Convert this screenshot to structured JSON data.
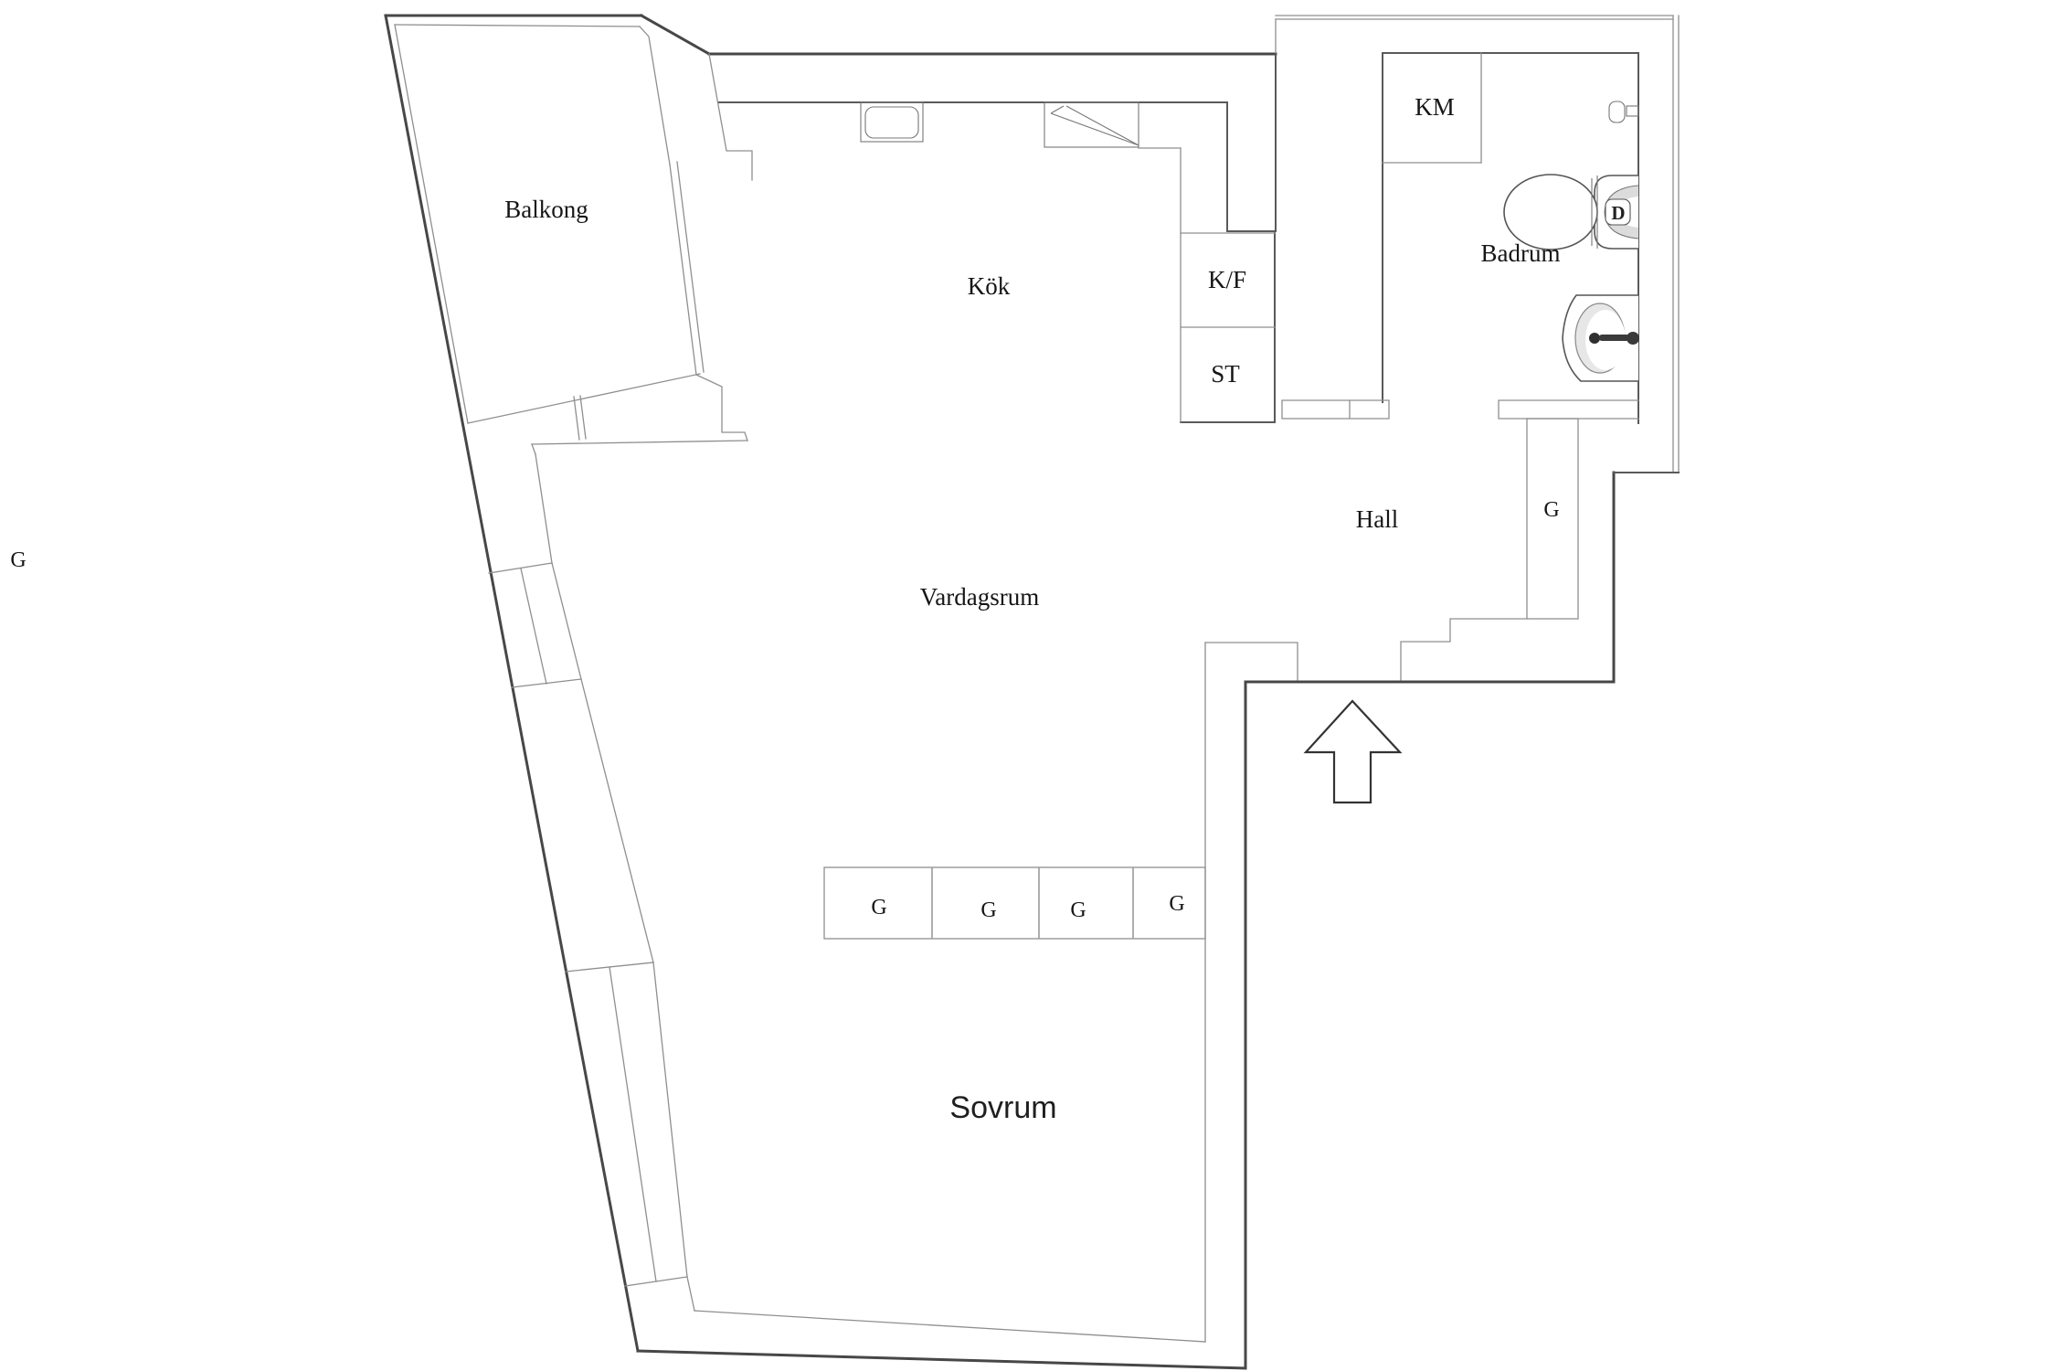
{
  "plan": {
    "type": "apartment-floor-plan",
    "rooms": {
      "balcony": "Balkong",
      "kitchen": "Kök",
      "fridge_freezer": "K/F",
      "pantry": "ST",
      "washing_machine": "KM",
      "bathroom": "Badrum",
      "hall": "Hall",
      "living_room": "Vardagsrum",
      "bedroom": "Sovrum"
    },
    "wardrobes": {
      "hall_g": "G",
      "left_edge_g": "G",
      "bedroom_g": [
        "G",
        "G",
        "G",
        "G"
      ]
    },
    "fixtures": {
      "toilet_button": "D",
      "icon_names": [
        "toilet-icon",
        "washbasin-icon",
        "kitchen-sink-icon",
        "dishwasher-icon",
        "entrance-arrow-icon",
        "paper-holder-icon"
      ]
    },
    "colors": {
      "background": "#ffffff",
      "wall_dark": "#474747",
      "wall_light": "#8f8f8f",
      "text": "#161616"
    }
  }
}
